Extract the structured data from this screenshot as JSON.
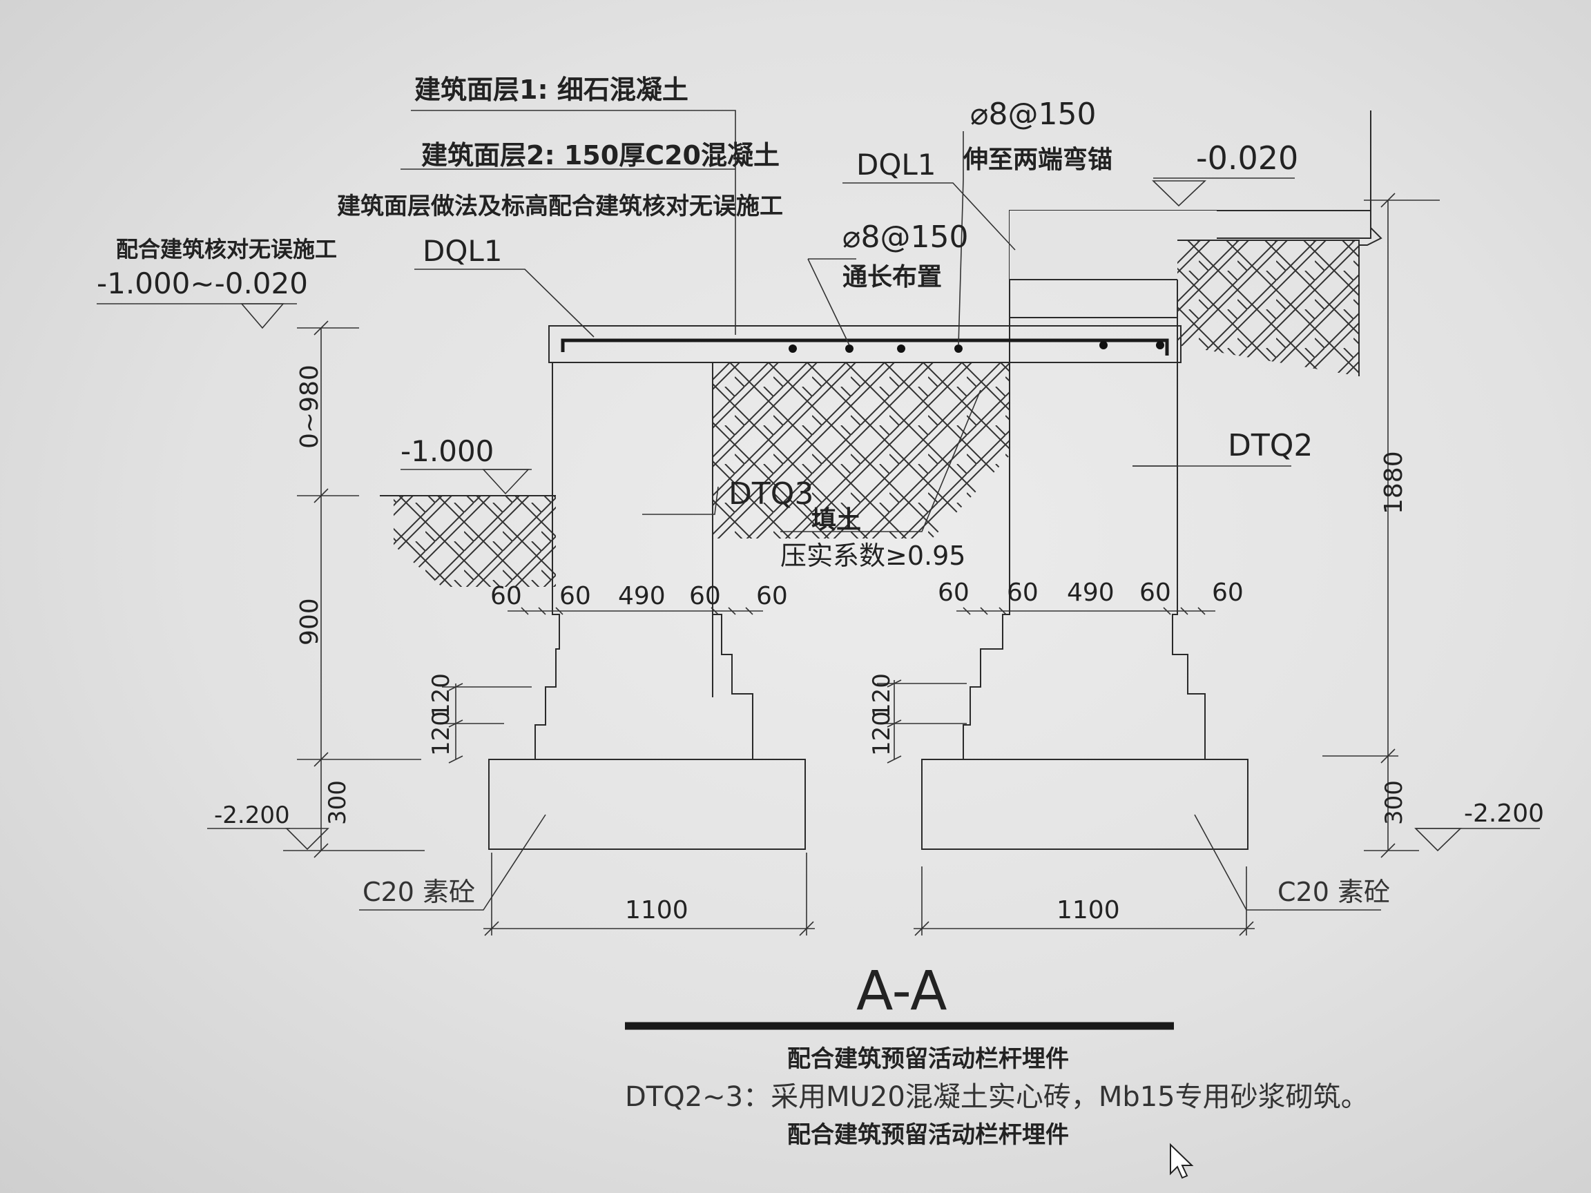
{
  "labels": {
    "layer1": "建筑面层1: 细石混凝土",
    "layer2": "建筑面层2: 150厚C20混凝土",
    "layer_note": "建筑面层做法及标高配合建筑核对无误施工",
    "coord_note": "配合建筑核对无误施工",
    "elev_left_top": "-1.000~-0.020",
    "elev_left_mid": "-1.000",
    "elev_right_top": "-0.020",
    "elev_bottom_left": "-2.200",
    "elev_bottom_right": "-2.200",
    "dql1_left": "DQL1",
    "dql1_right": "DQL1",
    "rebar_top": "⌀8@150",
    "rebar_top_note": "伸至两端弯锚",
    "rebar_mid": "⌀8@150",
    "rebar_mid_note": "通长布置",
    "dtq2": "DTQ2",
    "dtq3": "DTQ3",
    "fill": "填土",
    "compaction": "压实系数≥0.95",
    "c20_left": "C20 素砼",
    "c20_right": "C20 素砼"
  },
  "dims": {
    "left_980": "0~980",
    "left_900": "900",
    "left_120a": "120",
    "left_120b": "120",
    "left_300": "300",
    "right_1880": "1880",
    "right_300": "300",
    "mid_120a": "120",
    "mid_120b": "120",
    "l_60a": "60",
    "l_60b": "60",
    "l_490": "490",
    "l_60c": "60",
    "l_60d": "60",
    "r_60a": "60",
    "r_60b": "60",
    "r_490": "490",
    "r_60c": "60",
    "r_60d": "60",
    "width_left": "1100",
    "width_right": "1100"
  },
  "caption": {
    "section": "A-A",
    "line1": "配合建筑预留活动栏杆埋件",
    "line2": "DTQ2~3：采用MU20混凝土实心砖，Mb15专用砂浆砌筑。",
    "line3": "配合建筑预留活动栏杆埋件"
  }
}
